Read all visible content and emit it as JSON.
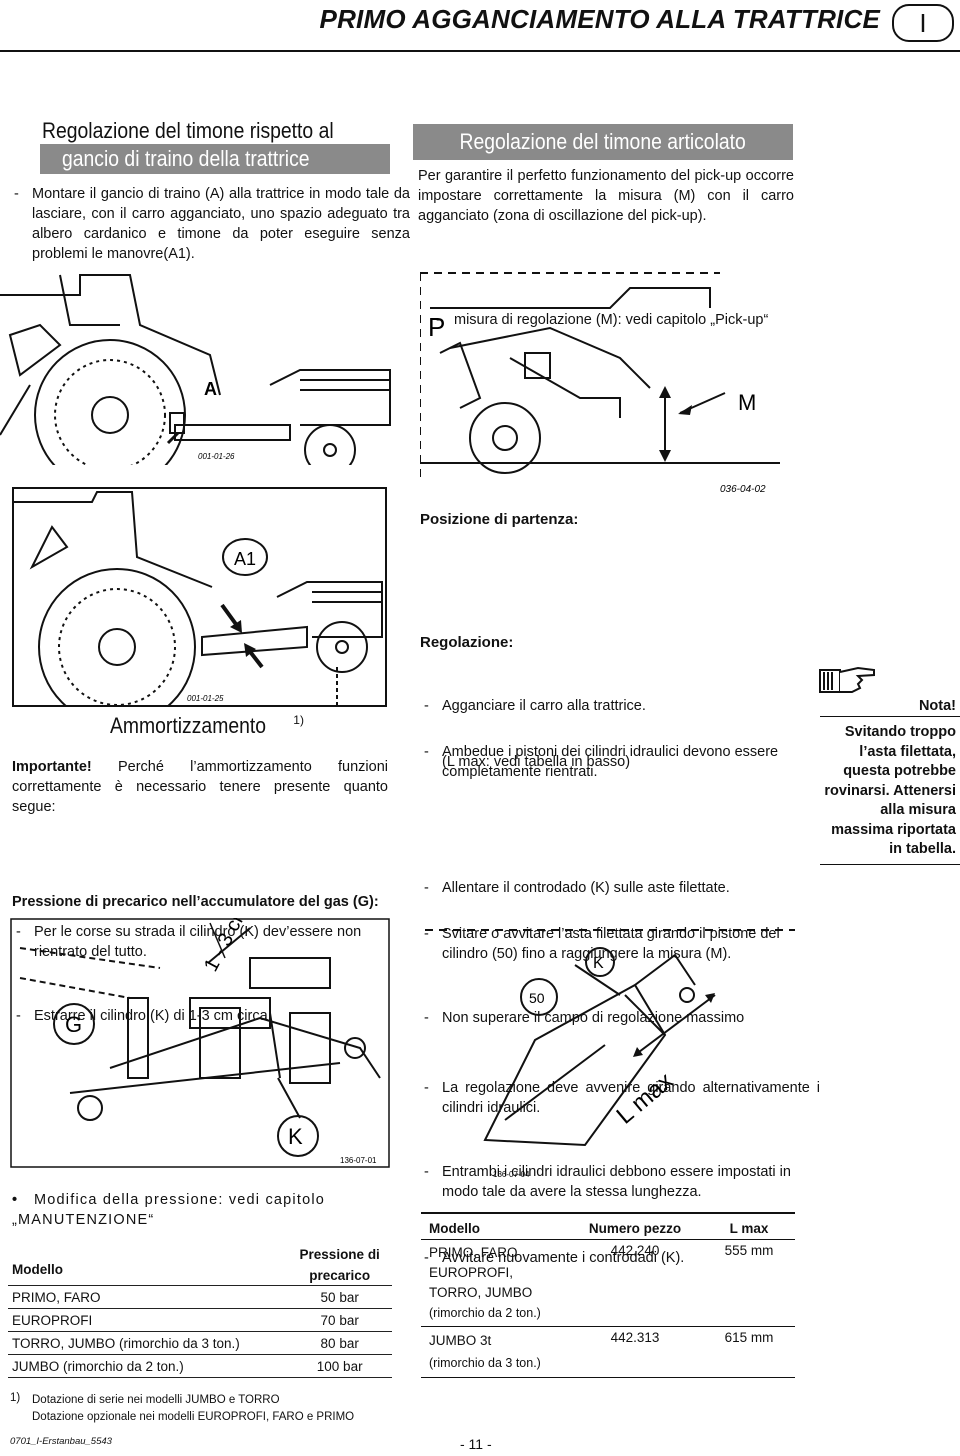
{
  "header": {
    "title": "PRIMO AGGANCIAMENTO ALLA TRATTRICE",
    "lang": "I"
  },
  "left_section": {
    "title_line1": "Regolazione del timone rispetto al",
    "title_line2": "gancio di traino della trattrice",
    "bullet": "Montare il gancio di traino (A) alla trattrice in modo tale da lasciare, con il carro agganciato, uno spazio adeguato tra albero cardanico e timone da poter eseguire senza problemi le manovre(A1)."
  },
  "right_section": {
    "title": "Regolazione del timone articolato",
    "para": "Per garantire il perfetto funzionamento del pick-up occorre impostare correttamente la misura (M) con il carro agganciato (zona di oscillazione del pick-up).",
    "bullet": "misura di regolazione (M): vedi capitolo „Pick-up“"
  },
  "figures": {
    "fig1": {
      "label_a": "A",
      "code": "001-01-26"
    },
    "fig2": {
      "label_p": "P",
      "label_m": "M",
      "code": "036-04-02"
    },
    "fig3": {
      "label_a1": "A1",
      "code": "001-01-25"
    },
    "fig4": {
      "label_g": "G",
      "label_k": "K",
      "label_dim": "1 - 3 cm",
      "code": "136-07-01"
    },
    "fig5": {
      "label_k": "K",
      "label_50": "50",
      "label_lmax": "L max",
      "code": "136-07-04"
    }
  },
  "posizione": {
    "title": "Posizione di partenza:",
    "items": [
      "Agganciare il carro alla trattrice.",
      "Ambedue i pistoni dei cilindri idraulici devono essere completamente rientrati."
    ]
  },
  "regolazione": {
    "title": "Regolazione:",
    "items": [
      "Allentare il controdado (K) sulle aste filettate.",
      "Svitare o avvitare l’asta filettata girando il pistone del cilindro (50) fino a raggiungere la misura (M).",
      "Non superare il campo di regolazione massimo",
      "(L max: vedi tabella in basso)",
      "La regolazione deve avvenire girando alternativamente i cilindri idraulici.",
      "Entrambi i cilindri idraulici debbono essere impostati in modo tale da avere la stessa lunghezza.",
      "Avvitare nuovamente i controdadi (K)."
    ]
  },
  "nota": {
    "label": "Nota!",
    "text": "Svitando troppo l’asta filettata, questa potrebbe rovinarsi. Attenersi alla misura massima riportata in tabella."
  },
  "ammortizzamento": {
    "title": "Ammortizzamento",
    "sup": "1)",
    "importante": "Importante!",
    "para": "Perché l’ammortizzamento funzioni correttamente è necessario tenere presente quanto segue:",
    "items": [
      "Per le corse su strada il cilindro (K) dev’essere non rientrato del tutto.",
      "Estrarre il cilindro (K) di 1-3 cm circa."
    ],
    "pressione_title": "Pressione di precarico nell’accumulatore del gas (G):"
  },
  "modifica": "Modifica della pressione: vedi capitolo „MANUTENZIONE“",
  "table_left": {
    "col1": "Modello",
    "col2_line1": "Pressione di",
    "col2_line2": "precarico",
    "rows": [
      {
        "modello": "PRIMO, FARO",
        "pressione": "50 bar"
      },
      {
        "modello": "EUROPROFI",
        "pressione": "70 bar"
      },
      {
        "modello": "TORRO, JUMBO (rimorchio da 3 ton.)",
        "pressione": "80 bar"
      },
      {
        "modello": "JUMBO (rimorchio da 2 ton.)",
        "pressione": "100 bar"
      }
    ]
  },
  "table_right": {
    "col1": "Modello",
    "col2": "Numero pezzo",
    "col3": "L max",
    "rows": [
      {
        "modello_1": "PRIMO, FARO",
        "modello_2": "EUROPROFI,",
        "modello_3": "TORRO, JUMBO",
        "modello_4": "(rimorchio da 2 ton.)",
        "numero": "442.240",
        "lmax": "555 mm"
      },
      {
        "modello_1": "JUMBO 3t",
        "modello_4": "(rimorchio da 3 ton.)",
        "numero": "442.313",
        "lmax": "615 mm"
      }
    ]
  },
  "footnote": {
    "mark": "1)",
    "line1": "Dotazione di serie nei modelli JUMBO e TORRO",
    "line2": "Dotazione opzionale nei modelli EUROPROFI, FARO e PRIMO"
  },
  "footer": {
    "doc_code": "0701_I-Erstanbau_5543",
    "page": "- 11 -"
  }
}
